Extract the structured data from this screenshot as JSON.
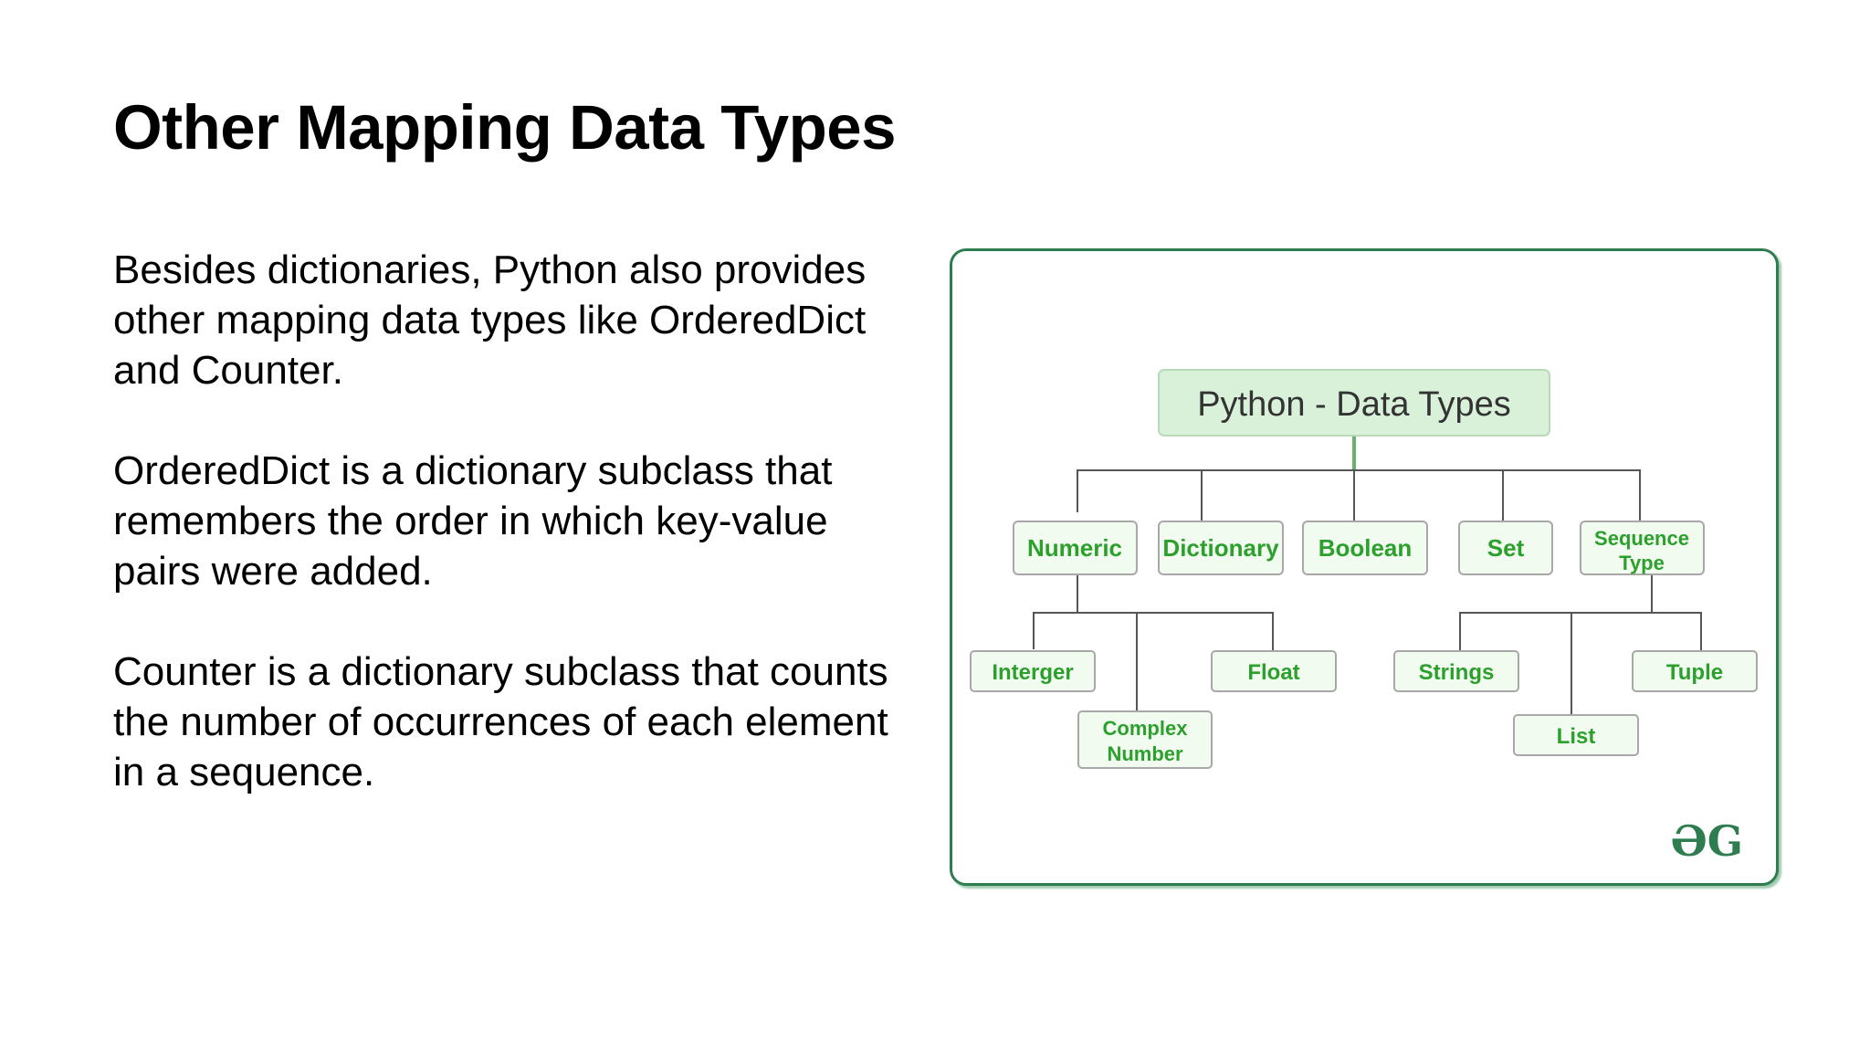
{
  "slide": {
    "title": "Other Mapping Data Types",
    "paragraphs": [
      [
        "Besides dictionaries, Python also provides",
        "other mapping data types like OrderedDict",
        "and Counter."
      ],
      [
        "OrderedDict is a dictionary subclass that",
        "remembers the order in which key-value",
        "pairs were added."
      ],
      [
        "Counter is a dictionary subclass that counts",
        "the number of occurrences of each element",
        "in a sequence."
      ]
    ]
  },
  "diagram": {
    "root": "Python - Data Types",
    "categories": {
      "numeric": "Numeric",
      "dictionary": "Dictionary",
      "boolean": "Boolean",
      "set": "Set",
      "sequence_line1": "Sequence",
      "sequence_line2": "Type"
    },
    "numeric_children": {
      "integer": "Interger",
      "complex_line1": "Complex",
      "complex_line2": "Number",
      "float": "Float"
    },
    "sequence_children": {
      "strings": "Strings",
      "list": "List",
      "tuple": "Tuple"
    },
    "logo": "ƏG",
    "colors": {
      "border": "#2e7d4f",
      "node_text": "#2ca02c",
      "root_fill": "#d9f0d9"
    }
  }
}
